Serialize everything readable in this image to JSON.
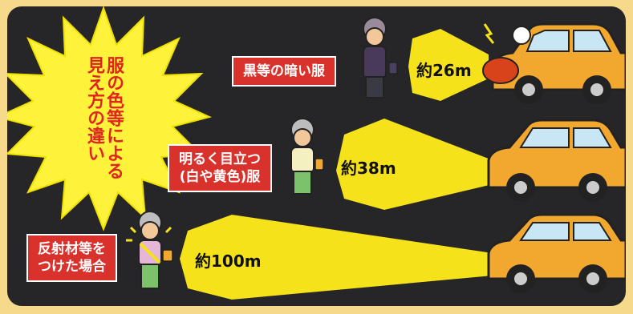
{
  "burst": {
    "line1": "服の色等による",
    "line2": "見え方の違い"
  },
  "rows": [
    {
      "label_lines": [
        "黒等の暗い服"
      ],
      "distance": "約26m"
    },
    {
      "label_lines": [
        "明るく目立つ",
        "(白や黄色)服"
      ],
      "distance": "約38m"
    },
    {
      "label_lines": [
        "反射材等を",
        "つけた場合"
      ],
      "distance": "約100m"
    }
  ],
  "colors": {
    "panel": "#262628",
    "beam": "#f5e21a",
    "car": "#f2a72e",
    "label": "#d9322d",
    "burst": "#fff23a",
    "burst_text": "#e0241f"
  }
}
